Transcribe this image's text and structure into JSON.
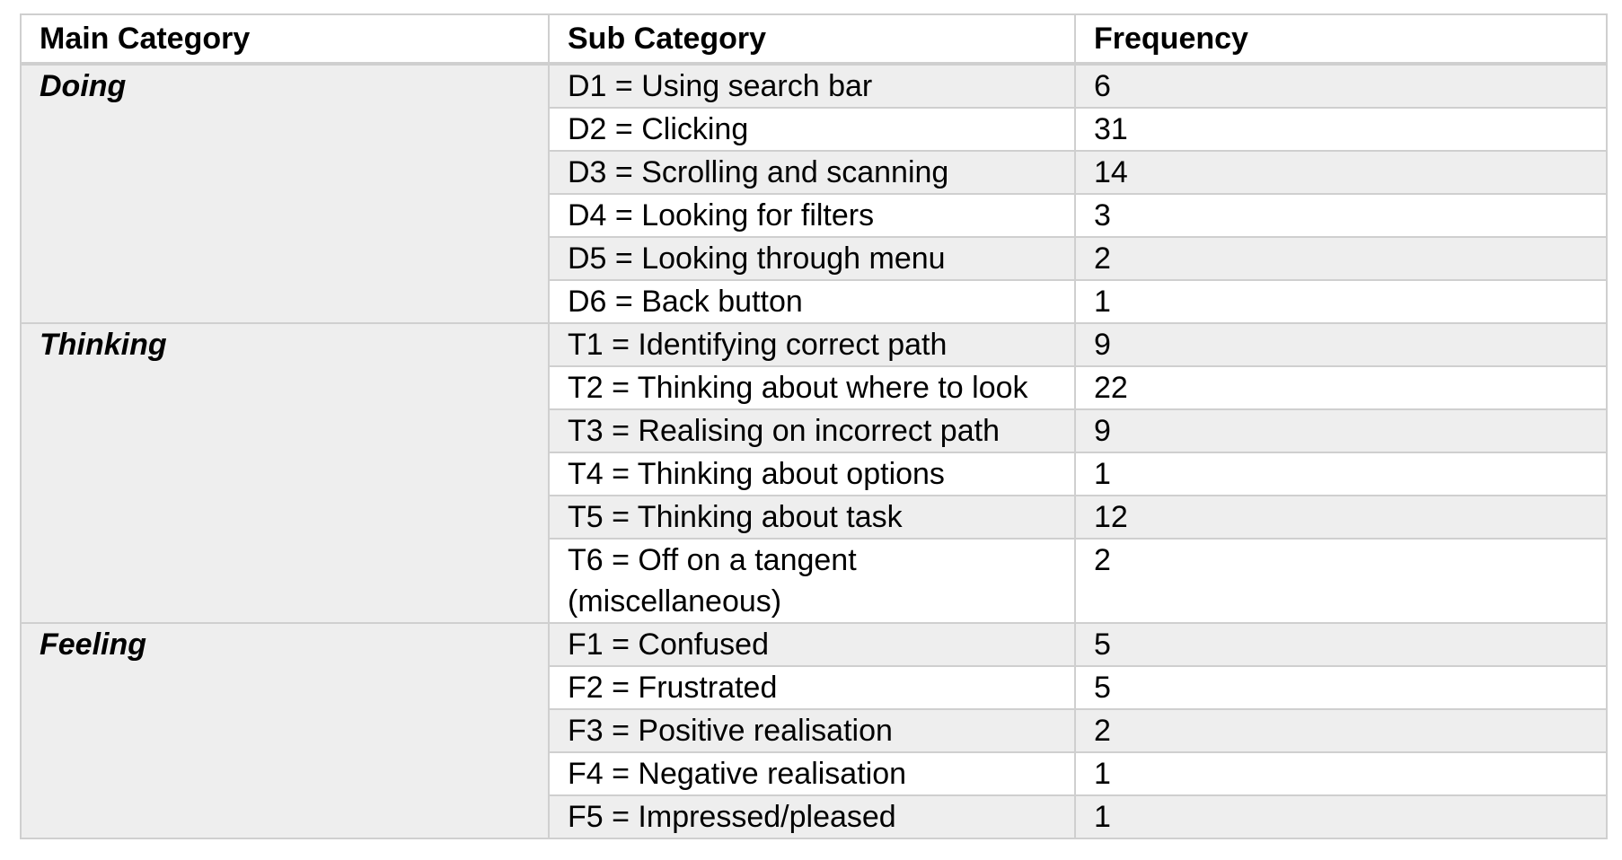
{
  "headers": {
    "main": "Main Category",
    "sub": "Sub Category",
    "freq": "Frequency"
  },
  "groups": [
    {
      "main": "Doing",
      "rows": [
        {
          "sub": "D1 = Using search bar",
          "freq": "6"
        },
        {
          "sub": "D2 = Clicking",
          "freq": "31"
        },
        {
          "sub": "D3 = Scrolling and scanning",
          "freq": "14"
        },
        {
          "sub": "D4 = Looking for filters",
          "freq": "3"
        },
        {
          "sub": "D5 = Looking through menu",
          "freq": "2"
        },
        {
          "sub": "D6 = Back button",
          "freq": "1"
        }
      ]
    },
    {
      "main": "Thinking",
      "rows": [
        {
          "sub": "T1 = Identifying correct path",
          "freq": "9"
        },
        {
          "sub": "T2 = Thinking about where to look",
          "freq": "22"
        },
        {
          "sub": "T3 = Realising on incorrect path",
          "freq": "9"
        },
        {
          "sub": "T4 = Thinking about options",
          "freq": "1"
        },
        {
          "sub": "T5 = Thinking about task",
          "freq": "12"
        },
        {
          "sub": "T6 = Off on a tangent (miscellaneous)",
          "freq": "2"
        }
      ]
    },
    {
      "main": "Feeling",
      "rows": [
        {
          "sub": "F1 = Confused",
          "freq": "5"
        },
        {
          "sub": "F2 = Frustrated",
          "freq": "5"
        },
        {
          "sub": "F3 = Positive realisation",
          "freq": "2"
        },
        {
          "sub": "F4 = Negative realisation",
          "freq": "1"
        },
        {
          "sub": "F5 = Impressed/pleased",
          "freq": "1"
        }
      ]
    }
  ],
  "colors": {
    "shade": "#eeeeee",
    "border": "#cfcfcf",
    "text": "#000000"
  }
}
